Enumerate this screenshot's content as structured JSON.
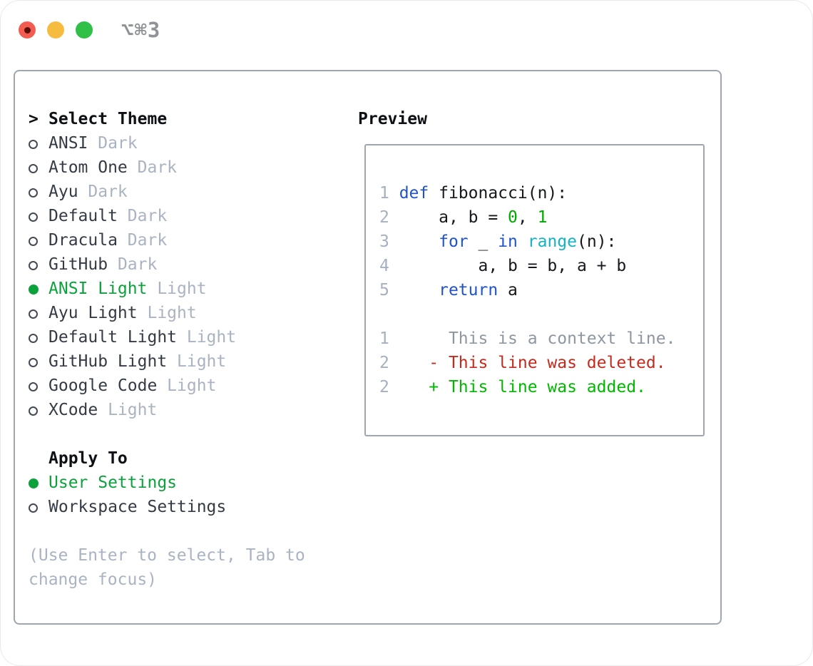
{
  "window": {
    "title": "⌥⌘3"
  },
  "select_theme": {
    "prompt": ">",
    "title": "Select Theme"
  },
  "themes": [
    {
      "name": "ANSI",
      "variant": "Dark",
      "selected": false
    },
    {
      "name": "Atom One",
      "variant": "Dark",
      "selected": false
    },
    {
      "name": "Ayu",
      "variant": "Dark",
      "selected": false
    },
    {
      "name": "Default",
      "variant": "Dark",
      "selected": false
    },
    {
      "name": "Dracula",
      "variant": "Dark",
      "selected": false
    },
    {
      "name": "GitHub",
      "variant": "Dark",
      "selected": false
    },
    {
      "name": "ANSI Light",
      "variant": "Light",
      "selected": true
    },
    {
      "name": "Ayu Light",
      "variant": "Light",
      "selected": false
    },
    {
      "name": "Default Light",
      "variant": "Light",
      "selected": false
    },
    {
      "name": "GitHub Light",
      "variant": "Light",
      "selected": false
    },
    {
      "name": "Google Code",
      "variant": "Light",
      "selected": false
    },
    {
      "name": "XCode",
      "variant": "Light",
      "selected": false
    }
  ],
  "apply_to": {
    "title": "Apply To",
    "options": [
      {
        "label": "User Settings",
        "selected": true
      },
      {
        "label": "Workspace Settings",
        "selected": false
      }
    ]
  },
  "help": {
    "lines": [
      "(Use Enter to select, Tab to",
      "change focus)"
    ]
  },
  "preview": {
    "title": "Preview",
    "lines": [
      [
        [
          "1 ",
          "ln"
        ],
        [
          "def",
          "kw"
        ],
        [
          " fibonacci(n):",
          "code"
        ]
      ],
      [
        [
          "2 ",
          "ln"
        ],
        [
          "    a, b = ",
          "code"
        ],
        [
          "0",
          "num"
        ],
        [
          ", ",
          "code"
        ],
        [
          "1",
          "num"
        ]
      ],
      [
        [
          "3 ",
          "ln"
        ],
        [
          "    ",
          "code"
        ],
        [
          "for",
          "kw"
        ],
        [
          " _ ",
          "code"
        ],
        [
          "in",
          "kw"
        ],
        [
          " ",
          "code"
        ],
        [
          "range",
          "bi"
        ],
        [
          "(n):",
          "code"
        ]
      ],
      [
        [
          "4 ",
          "ln"
        ],
        [
          "        a, b = b, a + b",
          "code"
        ]
      ],
      [
        [
          "5 ",
          "ln"
        ],
        [
          "    ",
          "code"
        ],
        [
          "return",
          "kw"
        ],
        [
          " a",
          "code"
        ]
      ],
      [],
      [
        [
          "1 ",
          "ln"
        ],
        [
          "     This is a context line.",
          "ctx"
        ]
      ],
      [
        [
          "2 ",
          "ln"
        ],
        [
          "   - This line was deleted.",
          "del"
        ]
      ],
      [
        [
          "2 ",
          "ln"
        ],
        [
          "   + This line was added.",
          "add"
        ]
      ]
    ]
  },
  "colors": {
    "selected_green": "#0ba23c",
    "keyword_blue": "#2153cb",
    "builtin_cyan": "#14b3c4",
    "number_green": "#00a800",
    "added_green": "#00b800",
    "deleted_red": "#c62a1c",
    "context_gray": "#8e97a0",
    "muted_gray": "#a9b3c1",
    "line_number_gray": "#a6b0be",
    "text_dark": "#343b45",
    "heading_dark": "#0d1014",
    "code_text": "#15181c",
    "panel_border": "#9fa6b2",
    "traffic_red": "#f25c51",
    "traffic_red_inner": "#5a0d04",
    "traffic_yellow": "#f6bc40",
    "traffic_green": "#30bf47",
    "title_gray": "#8f9296"
  }
}
